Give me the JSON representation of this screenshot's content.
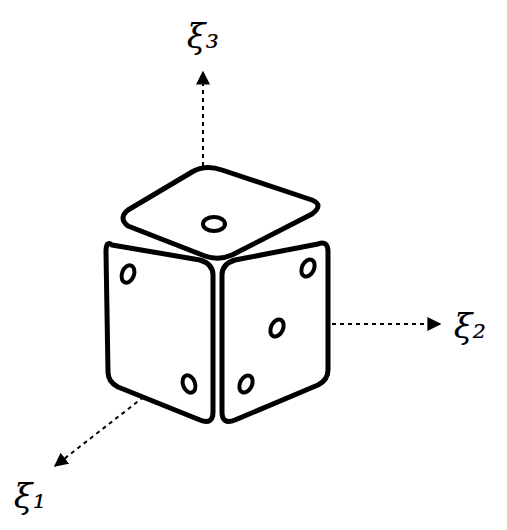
{
  "diagram": {
    "labels": [
      "ξ₃",
      "ξ₂",
      "ξ₁"
    ]
  }
}
